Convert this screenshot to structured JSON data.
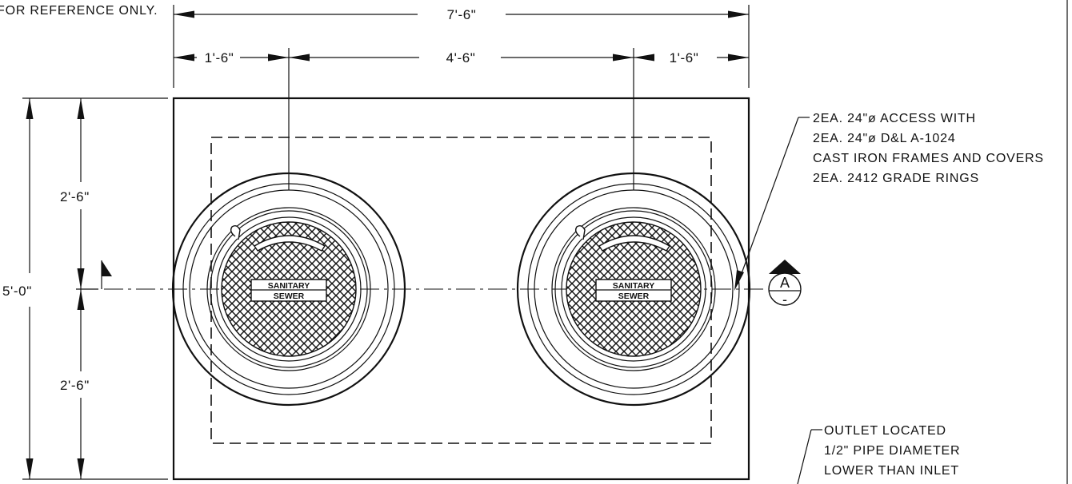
{
  "header": {
    "reference_note": "FOR REFERENCE ONLY."
  },
  "dimensions": {
    "overall_width": "7'-6\"",
    "left_offset": "1'-6\"",
    "center_span": "4'-6\"",
    "right_offset": "1'-6\"",
    "overall_height": "5'-0\"",
    "upper_half": "2'-6\"",
    "lower_half": "2'-6\""
  },
  "covers": {
    "label_line1": "SANITARY",
    "label_line2": "SEWER"
  },
  "notes": {
    "access": [
      "2EA. 24\"ø ACCESS WITH",
      "2EA. 24\"ø D&L A-1024",
      "CAST IRON FRAMES AND COVERS",
      "2EA. 2412 GRADE RINGS"
    ],
    "outlet": [
      "OUTLET LOCATED",
      "1/2\" PIPE DIAMETER",
      "LOWER THAN INLET"
    ]
  },
  "section_marker": {
    "letter": "A",
    "sheet": "-"
  },
  "colors": {
    "line": "#111111",
    "background": "#ffffff"
  }
}
